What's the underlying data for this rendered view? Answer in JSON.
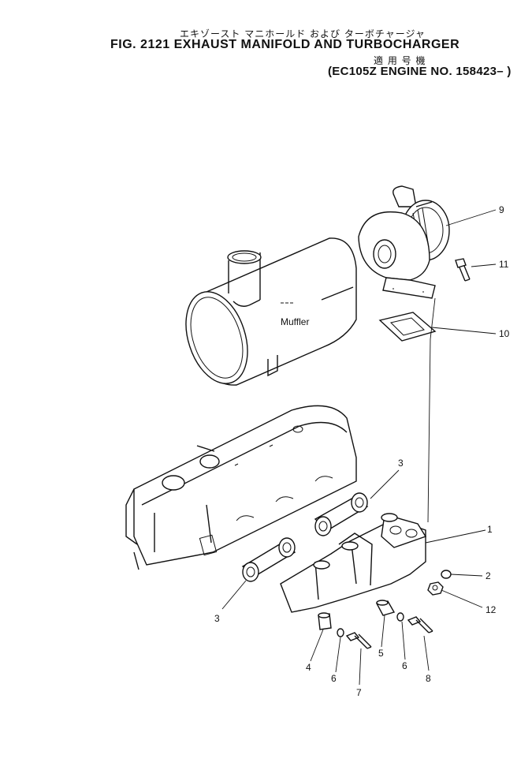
{
  "header": {
    "title_jp": "エキゾースト マニホールド および ターボチャージャ",
    "title_en": "FIG. 2121   EXHAUST MANIFOLD AND TURBOCHARGER",
    "applicable_jp": "適 用 号 機",
    "serial": "(EC105Z  ENGINE  NO. 158423– )"
  },
  "labels": {
    "muffler": "Muffler"
  },
  "callouts": [
    {
      "id": "1",
      "text": "1"
    },
    {
      "id": "2",
      "text": "2"
    },
    {
      "id": "3a",
      "text": "3"
    },
    {
      "id": "3b",
      "text": "3"
    },
    {
      "id": "4",
      "text": "4"
    },
    {
      "id": "5",
      "text": "5"
    },
    {
      "id": "6a",
      "text": "6"
    },
    {
      "id": "6b",
      "text": "6"
    },
    {
      "id": "7",
      "text": "7"
    },
    {
      "id": "8",
      "text": "8"
    },
    {
      "id": "9",
      "text": "9"
    },
    {
      "id": "10",
      "text": "10"
    },
    {
      "id": "11",
      "text": "11"
    },
    {
      "id": "12",
      "text": "12"
    }
  ]
}
